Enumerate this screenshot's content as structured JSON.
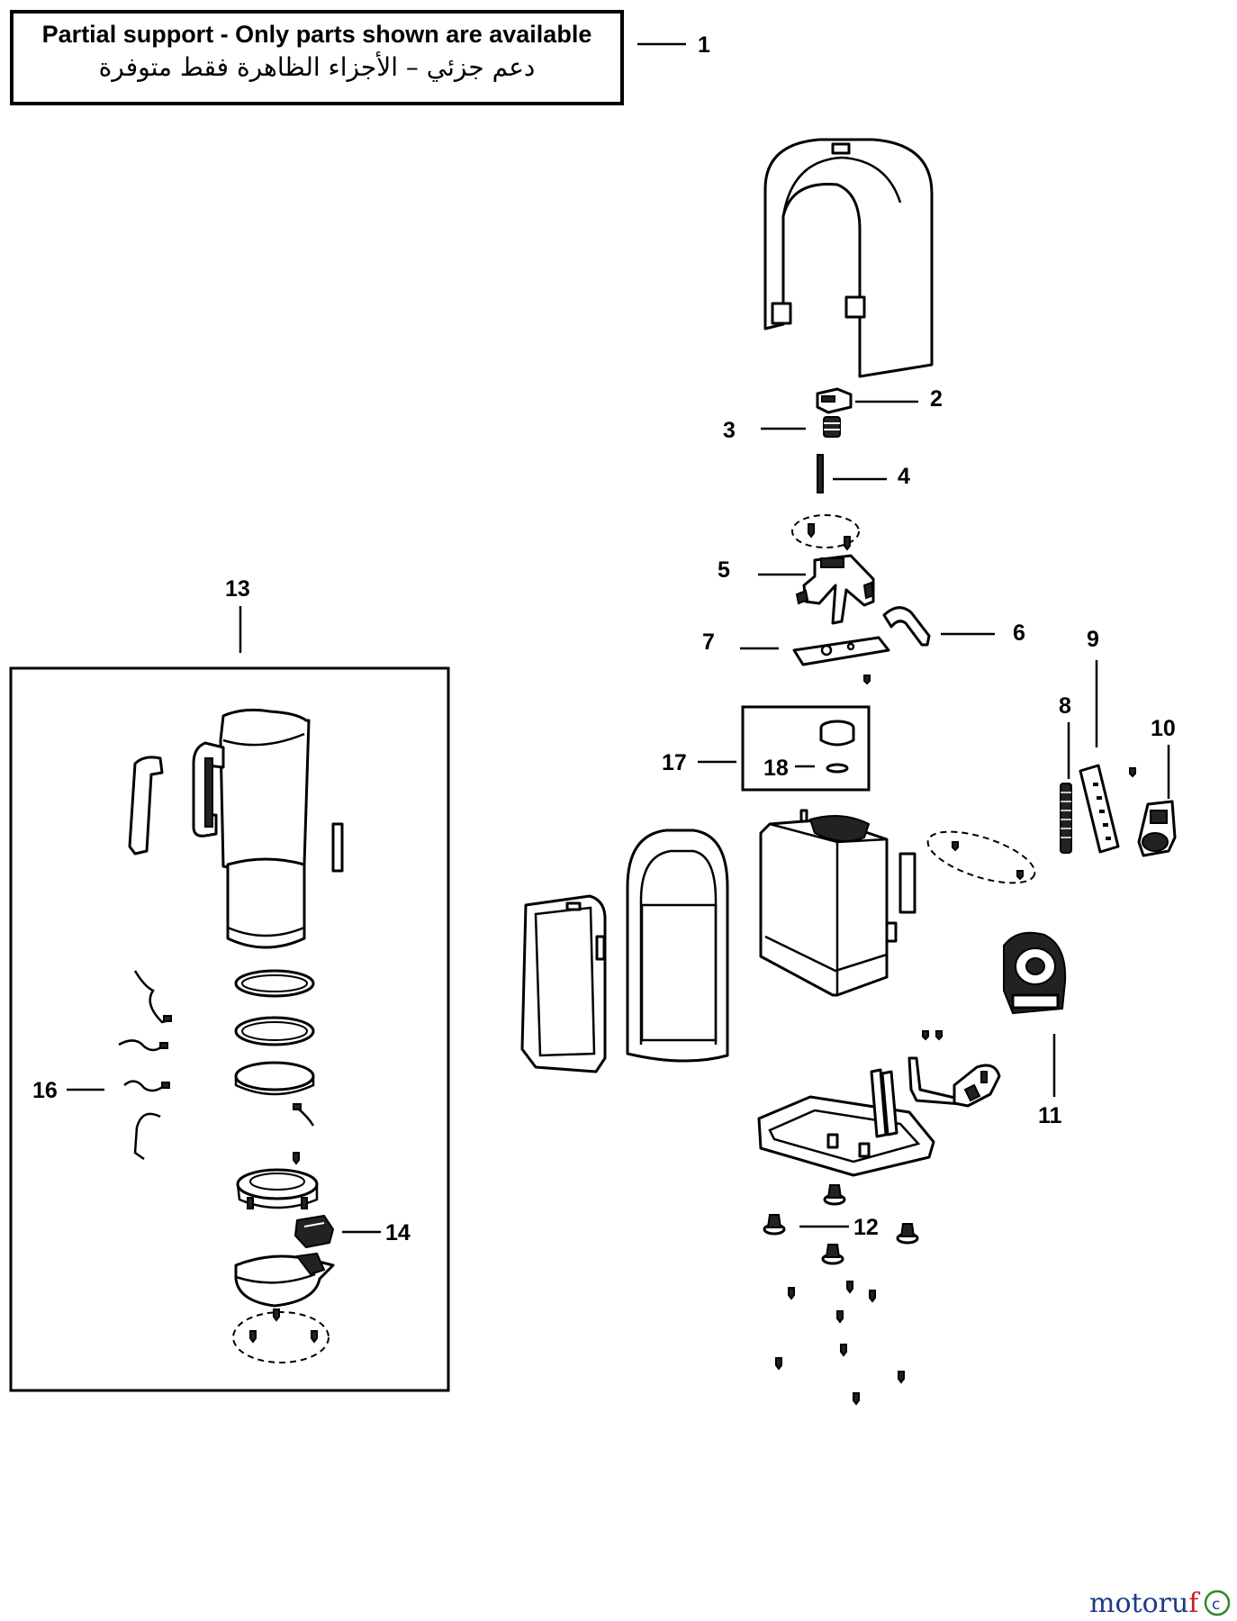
{
  "notice": {
    "english": "Partial support - Only parts shown are available",
    "arabic": "دعم جزئي – الأجزاء الظاهرة فقط متوفرة"
  },
  "callouts": [
    {
      "id": "1",
      "label": "1"
    },
    {
      "id": "2",
      "label": "2"
    },
    {
      "id": "3",
      "label": "3"
    },
    {
      "id": "4",
      "label": "4"
    },
    {
      "id": "5",
      "label": "5"
    },
    {
      "id": "6",
      "label": "6"
    },
    {
      "id": "7",
      "label": "7"
    },
    {
      "id": "8",
      "label": "8"
    },
    {
      "id": "9",
      "label": "9"
    },
    {
      "id": "10",
      "label": "10"
    },
    {
      "id": "11",
      "label": "11"
    },
    {
      "id": "12",
      "label": "12"
    },
    {
      "id": "13",
      "label": "13"
    },
    {
      "id": "14",
      "label": "14"
    },
    {
      "id": "16",
      "label": "16"
    },
    {
      "id": "17",
      "label": "17"
    },
    {
      "id": "18",
      "label": "18"
    }
  ],
  "watermark": {
    "text_a": "motoru",
    "text_b": "f",
    "symbol": "c",
    "colors": [
      "#1f3a8a",
      "#c81e1e",
      "#2d8a2d",
      "#e0a010"
    ]
  }
}
